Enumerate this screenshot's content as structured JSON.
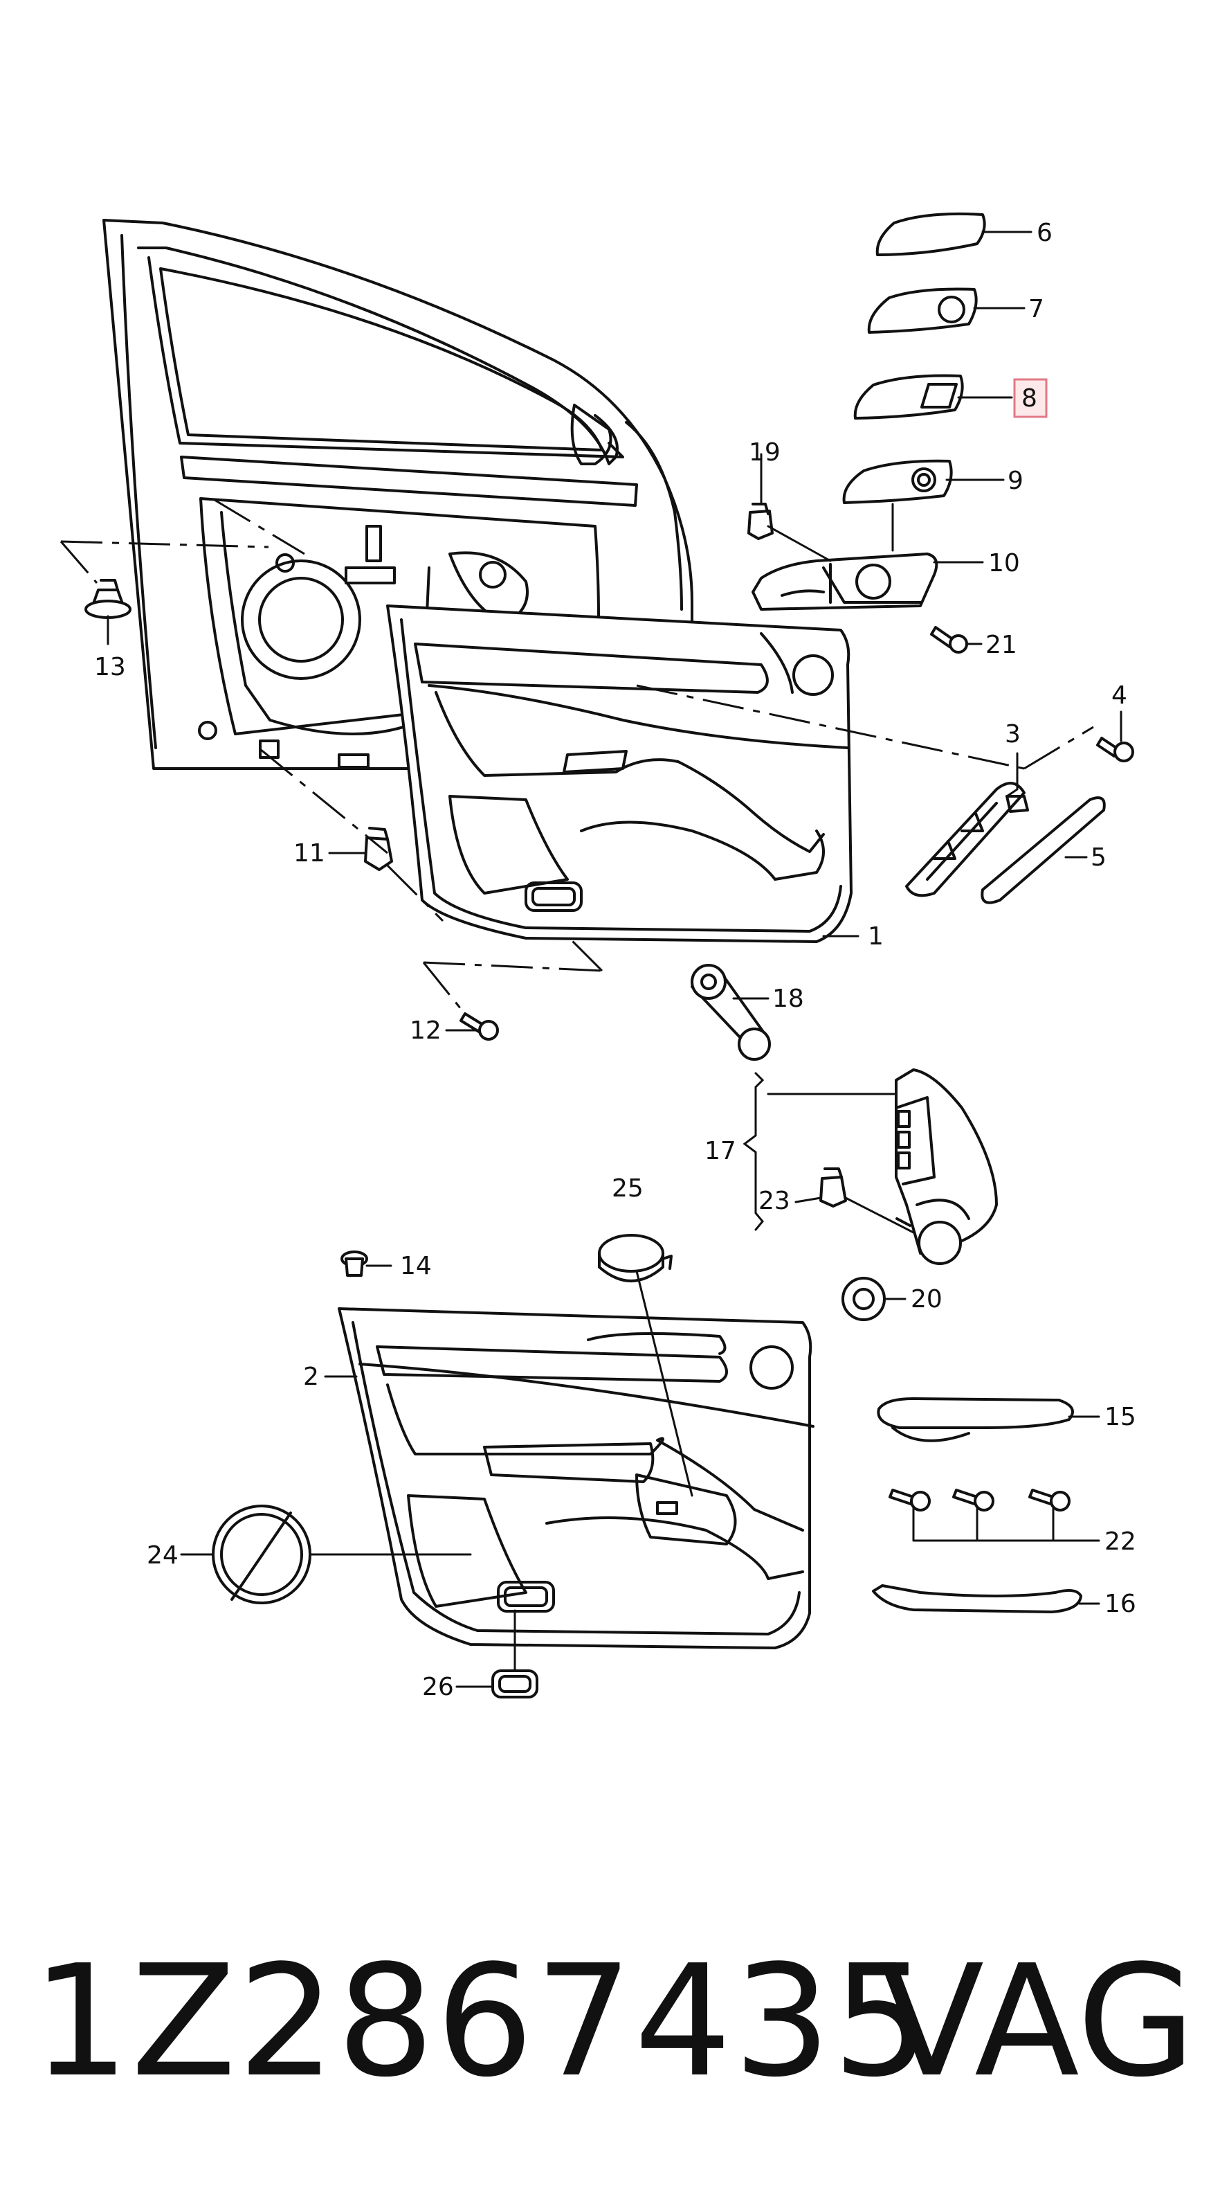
{
  "diagram": {
    "highlighted_callout": "8",
    "callouts": [
      "1",
      "2",
      "3",
      "4",
      "5",
      "6",
      "7",
      "8",
      "9",
      "10",
      "11",
      "12",
      "13",
      "14",
      "15",
      "16",
      "17",
      "18",
      "19",
      "20",
      "21",
      "22",
      "23",
      "24",
      "25",
      "26"
    ]
  },
  "footer": {
    "part_number": "1Z2867435",
    "brand": "VAG"
  }
}
